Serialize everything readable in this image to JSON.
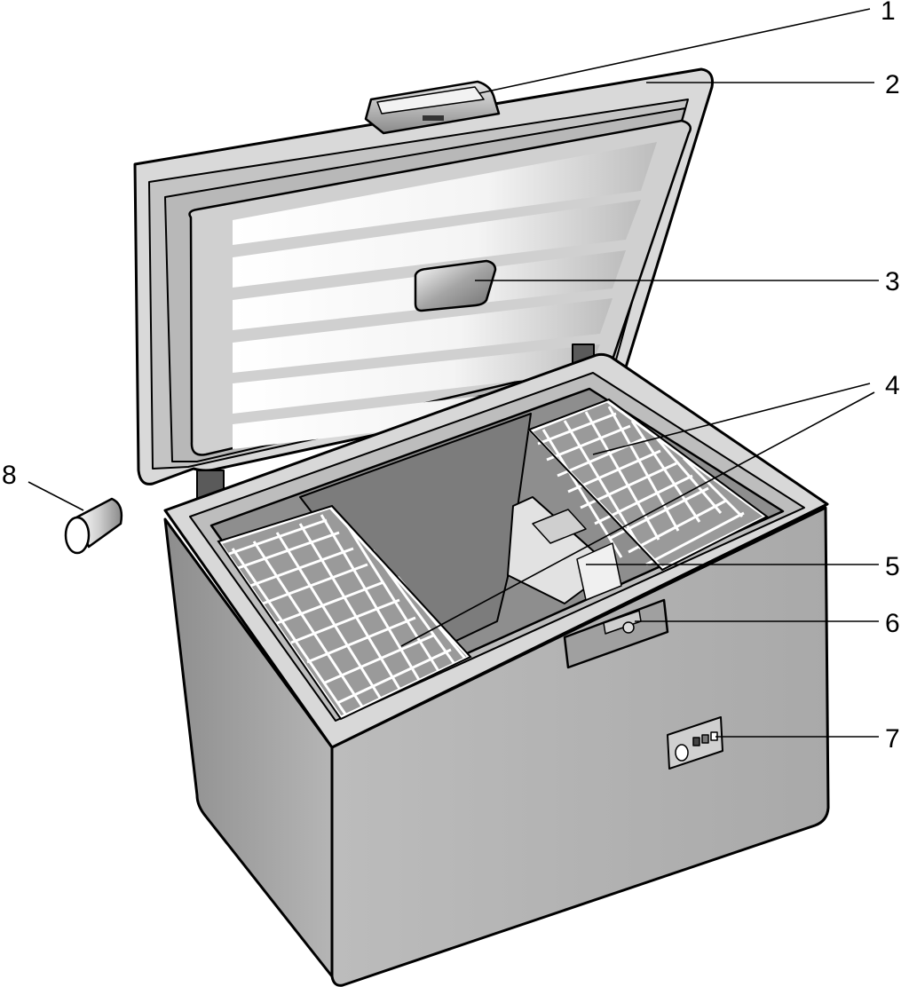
{
  "diagram": {
    "subject": "chest-freezer",
    "callouts": [
      {
        "id": "1",
        "label": "1"
      },
      {
        "id": "2",
        "label": "2"
      },
      {
        "id": "3",
        "label": "3"
      },
      {
        "id": "4",
        "label": "4"
      },
      {
        "id": "5",
        "label": "5"
      },
      {
        "id": "6",
        "label": "6"
      },
      {
        "id": "7",
        "label": "7"
      },
      {
        "id": "8",
        "label": "8"
      }
    ]
  },
  "colors": {
    "outline": "#000000",
    "body_light": "#c8c8c8",
    "body_dark": "#9a9a9a",
    "cavity": "#8e8e8e",
    "lid_inner": "#dcdcdc",
    "background": "#ffffff"
  }
}
